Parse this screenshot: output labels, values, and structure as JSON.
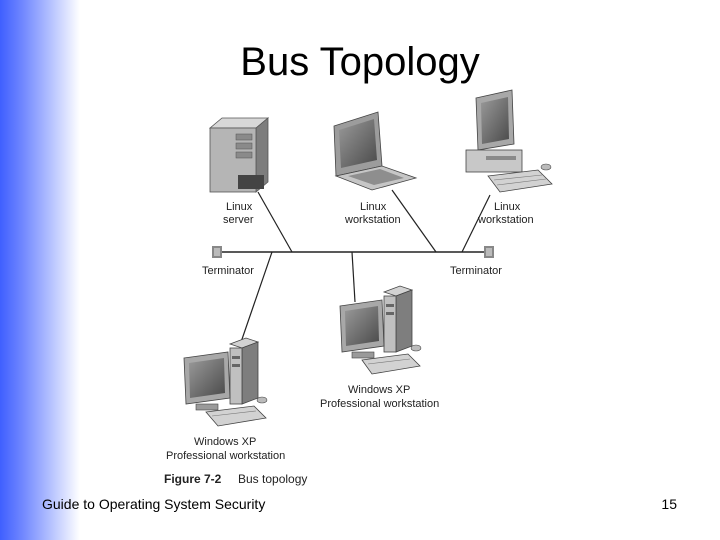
{
  "slide": {
    "title": "Bus Topology",
    "footer": "Guide to Operating System Security",
    "page_number": "15"
  },
  "diagram": {
    "nodes": {
      "linux_server": {
        "line1": "Linux",
        "line2": "server"
      },
      "linux_workstation_1": {
        "line1": "Linux",
        "line2": "workstation"
      },
      "linux_workstation_2": {
        "line1": "Linux",
        "line2": "workstation"
      },
      "windows_xp_1": {
        "line1": "Windows XP",
        "line2": "Professional workstation"
      },
      "windows_xp_2": {
        "line1": "Windows XP",
        "line2": "Professional workstation"
      }
    },
    "terminator_left": "Terminator",
    "terminator_right": "Terminator",
    "caption_label": "Figure 7-2",
    "caption_text": "Bus topology"
  },
  "colors": {
    "accent": "#3f5fff",
    "device_gray": "#9a9a9a",
    "screen": "#6e6e6e"
  }
}
